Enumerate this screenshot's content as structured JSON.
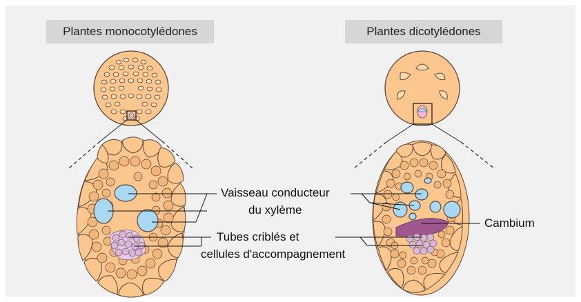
{
  "headers": {
    "left": "Plantes monocotylédones",
    "right": "Plantes dicotylédones"
  },
  "labels": {
    "xylem_line1": "Vaisseau conducteur",
    "xylem_line2": "du xylème",
    "phloem_line1": "Tubes criblés et",
    "phloem_line2": "cellules d'accompagnement",
    "cambium": "Cambium"
  },
  "colors": {
    "panel": "#f1f1f1",
    "header": "#d6d6d6",
    "cell": "#fcc78f",
    "cell_stroke": "#5a4638",
    "xylem": "#a9d8f2",
    "phloem": "#d9b8d6",
    "cambium": "#a0568f"
  }
}
